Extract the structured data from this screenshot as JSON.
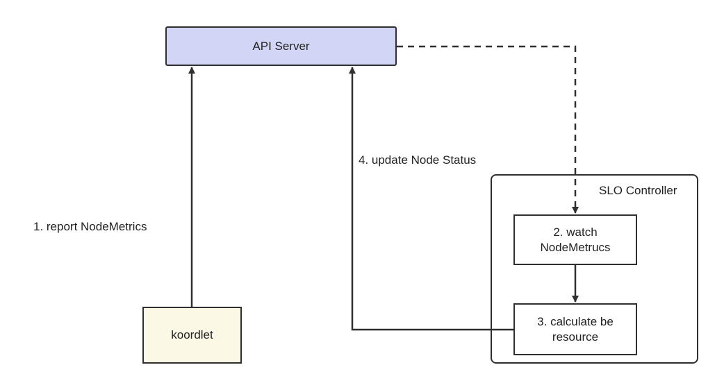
{
  "nodes": {
    "api_server": "API Server",
    "koordlet": "koordlet",
    "slo_controller": "SLO Controller",
    "watch": "2. watch NodeMetrucs",
    "calculate": "3. calculate be resource"
  },
  "edges": {
    "report": "1. report NodeMetrics",
    "update": "4. update Node Status"
  },
  "colors": {
    "api_server_fill": "#d3d5f7",
    "koordlet_fill": "#fbf8e6",
    "stroke": "#2f2f2f"
  }
}
